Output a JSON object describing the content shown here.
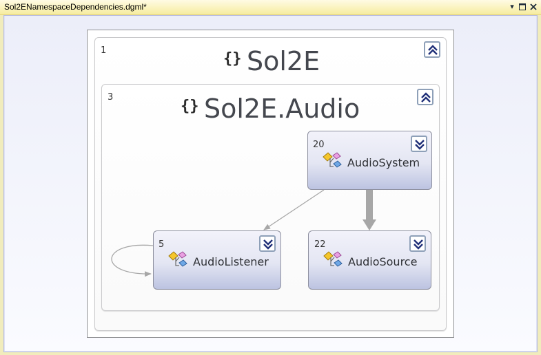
{
  "window": {
    "tab_title": "Sol2ENamespaceDependencies.dgml*"
  },
  "graph": {
    "outer_group": {
      "index": "1",
      "title": "Sol2E",
      "icon": "namespace-braces-icon",
      "toggle": "collapse"
    },
    "inner_group": {
      "index": "3",
      "title": "Sol2E.Audio",
      "icon": "namespace-braces-icon",
      "toggle": "collapse"
    },
    "nodes": [
      {
        "index": "20",
        "label": "AudioSystem",
        "icon": "class-icon",
        "toggle": "expand"
      },
      {
        "index": "5",
        "label": "AudioListener",
        "icon": "class-icon",
        "toggle": "expand"
      },
      {
        "index": "22",
        "label": "AudioSource",
        "icon": "class-icon",
        "toggle": "expand"
      }
    ],
    "links": [
      {
        "from": "AudioSystem",
        "to": "AudioListener",
        "weight": "thin"
      },
      {
        "from": "AudioSystem",
        "to": "AudioSource",
        "weight": "thick"
      },
      {
        "from": "AudioListener",
        "to": "AudioListener",
        "weight": "thin"
      }
    ],
    "namespace_icon_glyph": "{}"
  },
  "colors": {
    "chrome": "#f6ec9f",
    "canvas": "#dde0f6",
    "node_fill": "#e4e6f3",
    "toggle_arrow": "#1f2f78",
    "link": "#a7a7a7"
  }
}
